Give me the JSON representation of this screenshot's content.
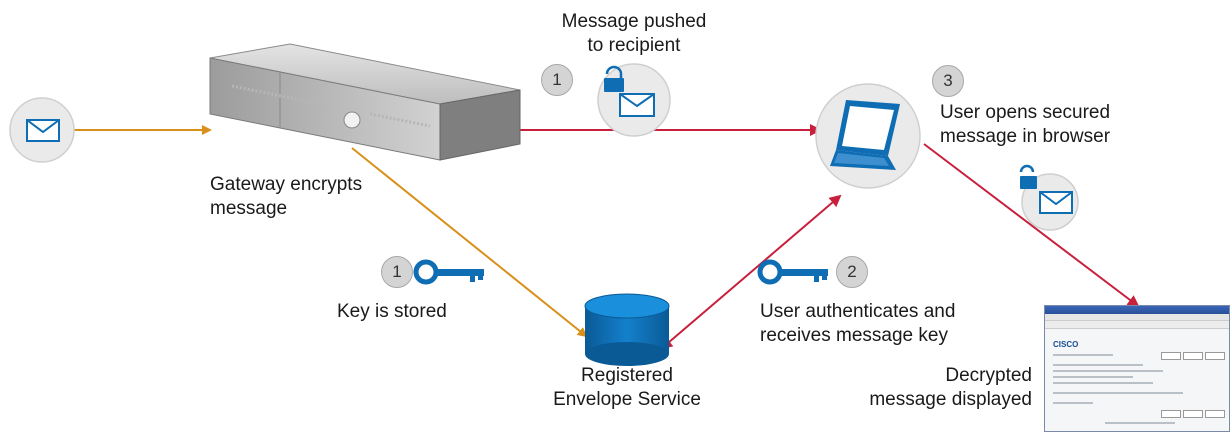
{
  "labels": {
    "pushed": "Message pushed\nto recipient",
    "opens": "User opens secured\nmessage in browser",
    "gateway": "Gateway encrypts\nmessage",
    "key_stored": "Key is stored",
    "authenticates": "User authenticates and\nreceives message key",
    "registered": "Registered\nEnvelope Service",
    "decrypted": "Decrypted\nmessage displayed"
  },
  "steps": {
    "pushed": "1",
    "key": "1",
    "auth": "2",
    "opens": "3"
  },
  "screenshot": {
    "logo": "CISCO"
  },
  "colors": {
    "orange": "#d9901a",
    "red": "#c8203c",
    "blue": "#0e6db3",
    "circle": "#eaeaea"
  }
}
